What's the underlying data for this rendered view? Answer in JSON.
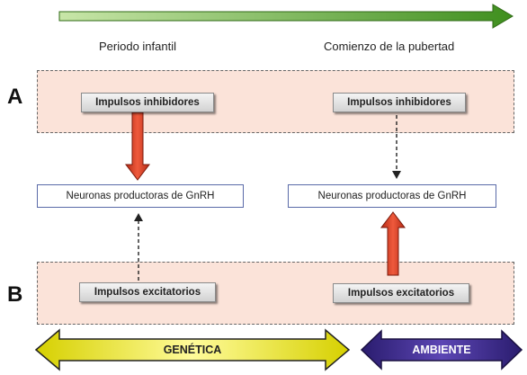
{
  "header": {
    "left_label": "Periodo infantil",
    "right_label": "Comienzo de la pubertad"
  },
  "rows": {
    "a_label": "A",
    "b_label": "B"
  },
  "boxes": {
    "inhib_left": "Impulsos inhibidores",
    "inhib_right": "Impulsos inhibidores",
    "neuron_left": "Neuronas productoras de GnRH",
    "neuron_right": "Neuronas productoras de GnRH",
    "excit_left": "Impulsos excitatorios",
    "excit_right": "Impulsos excitatorios"
  },
  "bottom": {
    "genetics_label": "GENÉTICA",
    "environment_label": "AMBIENTE"
  },
  "colors": {
    "time_arrow": "#5aa332",
    "red_arrow": "#d63a22",
    "genetics_arrow": "#e6e100",
    "environment_arrow": "#3c2a8c",
    "band_fill": "#fbe3d9"
  }
}
